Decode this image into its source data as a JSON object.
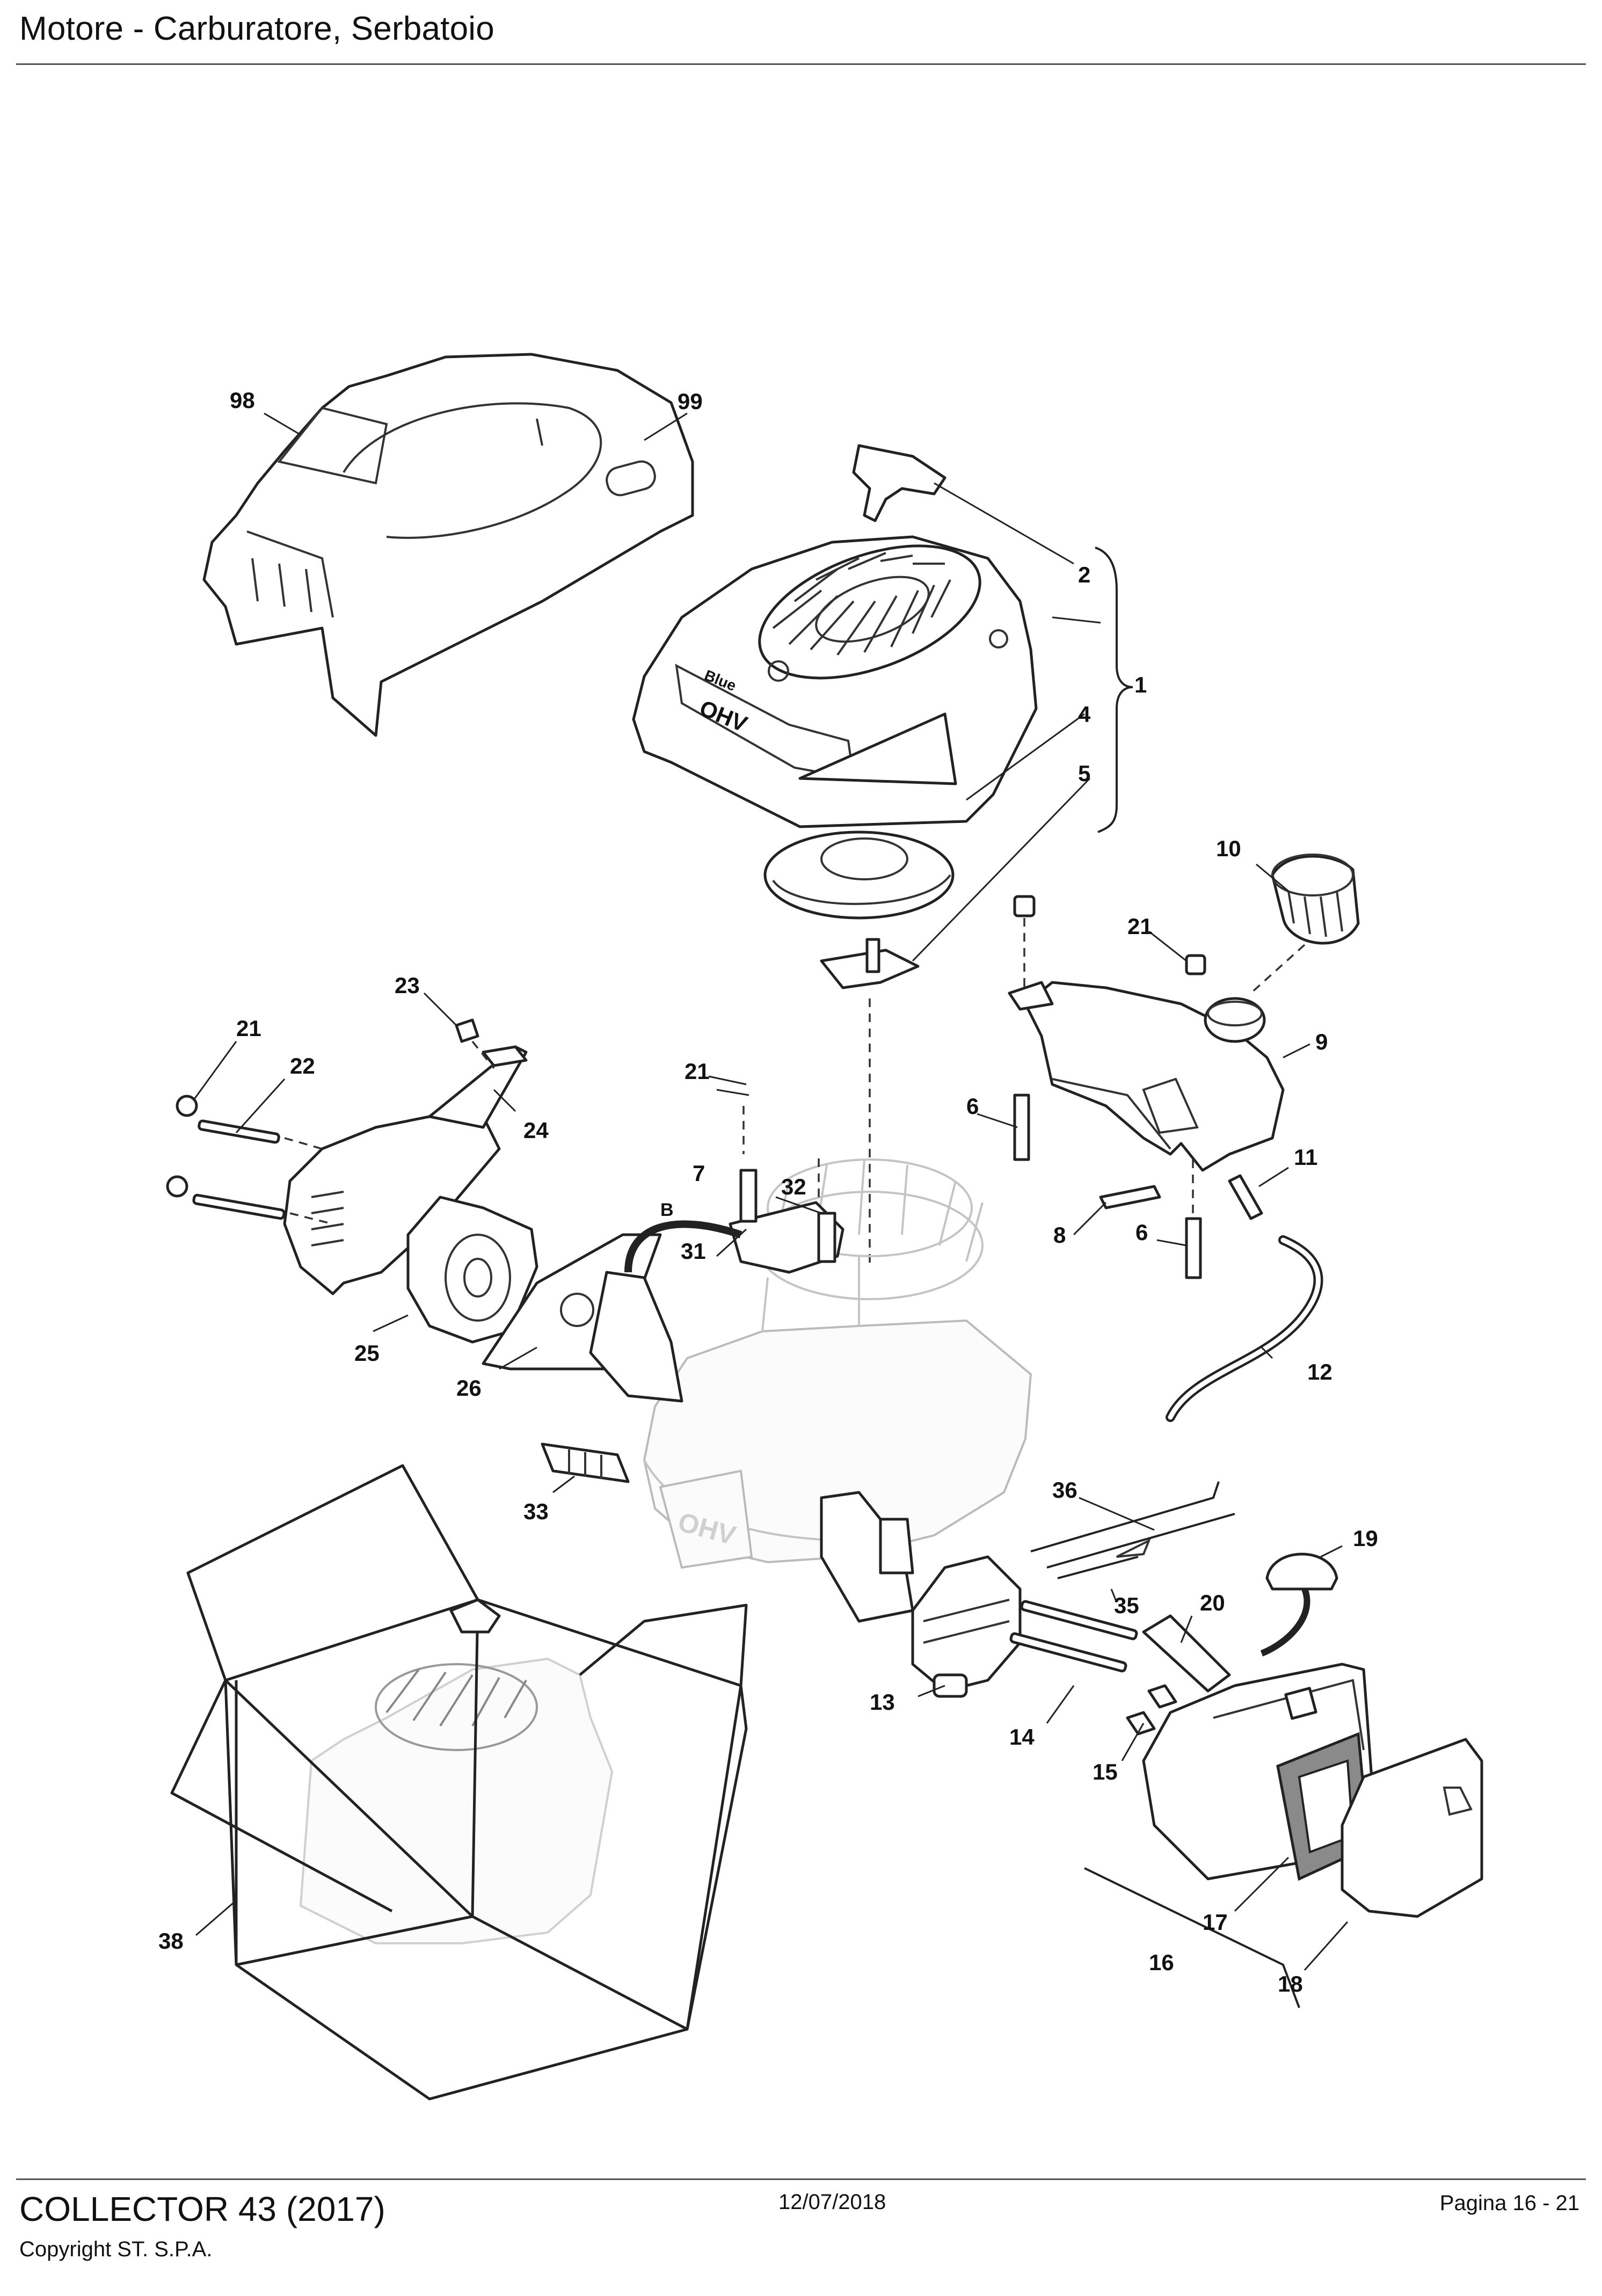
{
  "header": {
    "title": "Motore - Carburatore, Serbatoio"
  },
  "diagram": {
    "callouts": [
      "98",
      "99",
      "2",
      "1",
      "4",
      "5",
      "10",
      "21",
      "9",
      "23",
      "21",
      "22",
      "21",
      "24",
      "6",
      "11",
      "7",
      "32",
      "B",
      "31",
      "8",
      "6",
      "25",
      "26",
      "12",
      "33",
      "36",
      "19",
      "35",
      "20",
      "13",
      "14",
      "15",
      "38",
      "17",
      "16",
      "18"
    ],
    "engine_marking": "OHV",
    "brand_marking": "Blue"
  },
  "footer": {
    "model": "COLLECTOR 43 (2017)",
    "date": "12/07/2018",
    "page": "Pagina 16 - 21",
    "copyright": "Copyright ST. S.P.A."
  }
}
